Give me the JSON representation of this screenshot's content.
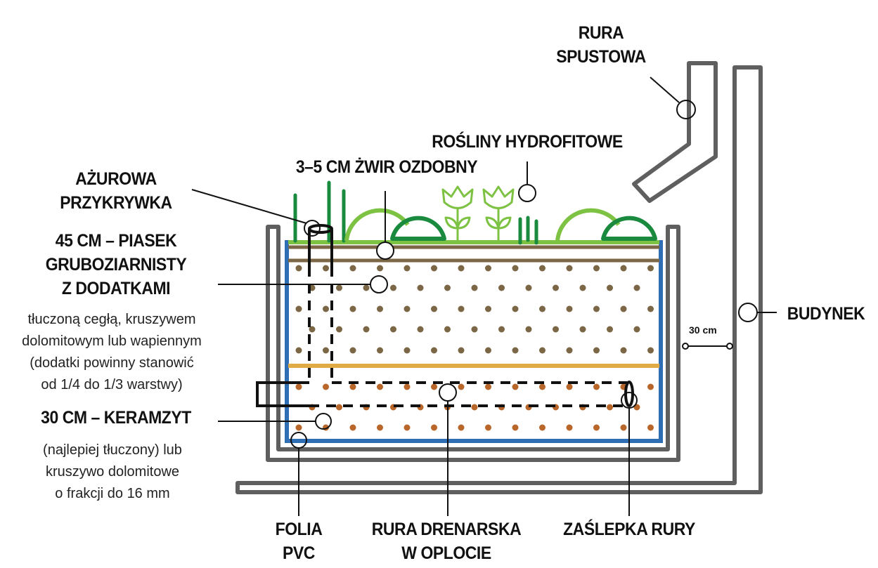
{
  "title": "Ogród deszczowy — przekrój",
  "colors": {
    "frame": "#5f5f5f",
    "liner": "#2f6db5",
    "grass": "#7dc242",
    "plant_dark": "#1a8a3e",
    "plant_light": "#7dc242",
    "soil_line": "#7b6645",
    "sand_dot": "#7b6645",
    "clay_dot": "#b8662a",
    "separator": "#e0aa44",
    "ink": "#111111"
  },
  "labels": {
    "downpipe": [
      "RURA",
      "SPUSTOWA"
    ],
    "plants": "ROŚLINY HYDROFITOWE",
    "gravel": "3–5 CM ŻWIR OZDOBNY",
    "cover": [
      "AŻUROWA",
      "PRZYKRYWKA"
    ],
    "sand": [
      "45 CM – PIASEK",
      "GRUBOZIARNISTY",
      "Z DODATKAMI"
    ],
    "sand_desc": [
      "tłuczoną cegłą, kruszywem",
      "dolomitowym lub wapiennym",
      "(dodatki powinny stanowić",
      "od 1/4 do 1/3 warstwy)"
    ],
    "clay": "30 CM – KERAMZYT",
    "clay_desc": [
      "(najlepiej tłuczony) lub",
      "kruszywo dolomitowe",
      "o frakcji do 16 mm"
    ],
    "building": "BUDYNEK",
    "distance": "30 cm",
    "liner": [
      "FOLIA",
      "PVC"
    ],
    "drain": [
      "RURA DRENARSKA",
      "W OPLOCIE"
    ],
    "cap": "ZAŚLEPKA RURY"
  }
}
